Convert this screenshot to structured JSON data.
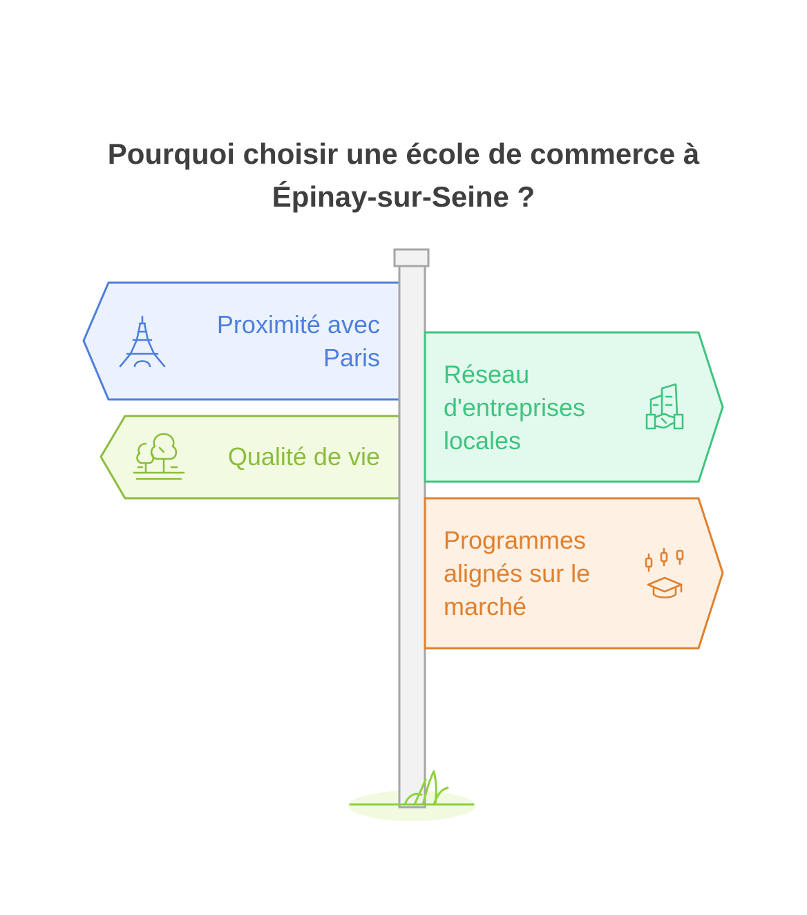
{
  "title": {
    "line1": "Pourquoi choisir une école de commerce à",
    "line2": "Épinay-sur-Seine ?"
  },
  "signs": [
    {
      "id": "proximite",
      "lines": [
        "Proximité avec",
        "Paris"
      ],
      "icon": "eiffel-tower-icon",
      "direction": "left",
      "stroke": "#4f7fdc",
      "fill": "#ebf2fd",
      "text_color": "#4f7fdc"
    },
    {
      "id": "reseau",
      "lines": [
        "Réseau",
        "d'entreprises",
        "locales"
      ],
      "icon": "handshake-buildings-icon",
      "direction": "right",
      "stroke": "#3ec47e",
      "fill": "#e2f9ee",
      "text_color": "#3ec47e"
    },
    {
      "id": "qualite",
      "lines": [
        "Qualité de vie"
      ],
      "icon": "trees-icon",
      "direction": "left",
      "stroke": "#8cbc3e",
      "fill": "#f2fbe1",
      "text_color": "#8cbc3e"
    },
    {
      "id": "programmes",
      "lines": [
        "Programmes",
        "alignés sur le",
        "marché"
      ],
      "icon": "graduation-cap-chart-icon",
      "direction": "right",
      "stroke": "#e0802f",
      "fill": "#fef0e3",
      "text_color": "#e0802f"
    }
  ],
  "colors": {
    "title": "#3f3f3f",
    "pole_fill": "#f2f2f2",
    "pole_stroke": "#a6a6a6",
    "grass": "#8cd13a",
    "ground": "#f1fadf"
  }
}
